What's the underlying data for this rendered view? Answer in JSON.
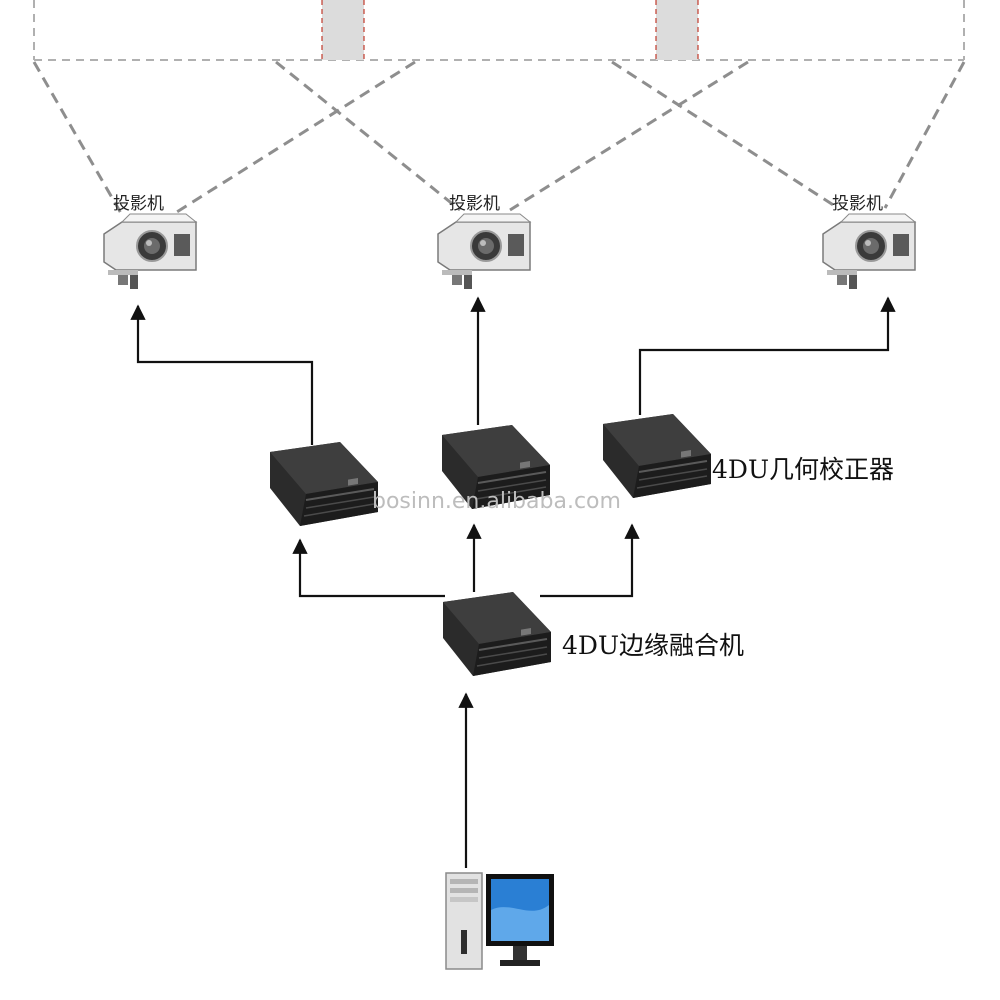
{
  "projectors": [
    {
      "label": "投影机"
    },
    {
      "label": "投影机"
    },
    {
      "label": "投影机"
    }
  ],
  "geometry_corrector": {
    "label": "4DU几何校正器"
  },
  "edge_blender": {
    "label": "4DU边缘融合机"
  },
  "watermark": "bosinn.en.alibaba.com",
  "colors": {
    "line": "#111111",
    "dash": "#8e8e8e",
    "device": "#262626",
    "monitor": "#2a7fd4"
  }
}
